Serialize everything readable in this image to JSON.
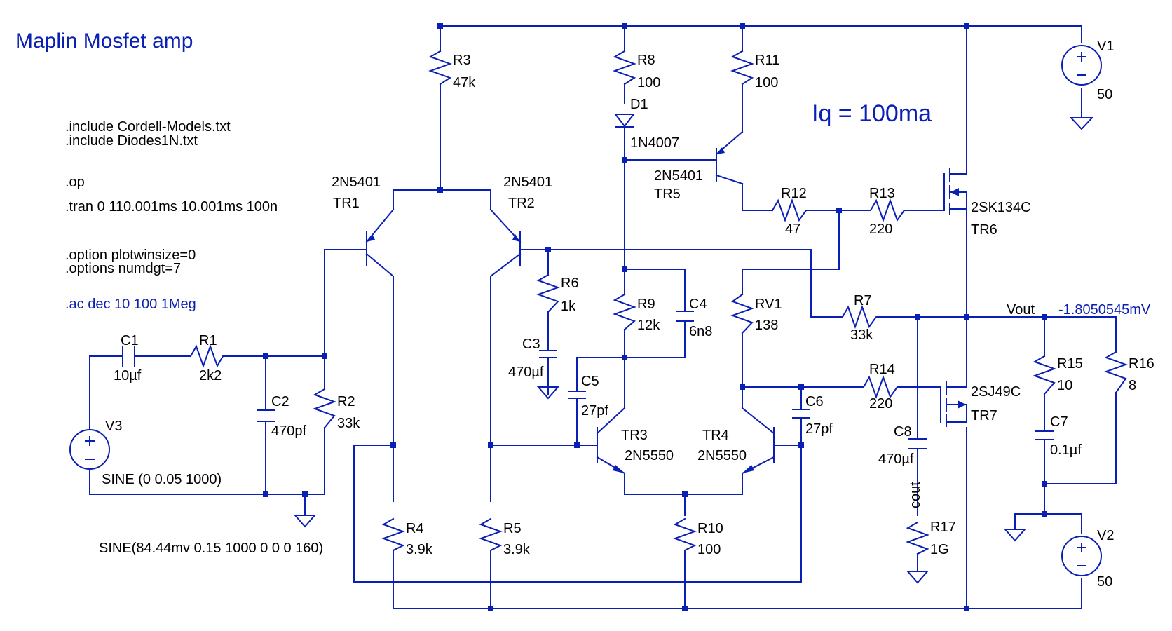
{
  "title": "Maplin Mosfet amp",
  "iq_label": "Iq = 100ma",
  "directives": {
    "include1": ".include Cordell-Models.txt",
    "include2": ".include Diodes1N.txt",
    "op": ".op",
    "tran": ".tran 0 110.001ms 10.001ms 100n",
    "plotwin": ".option plotwinsize=0",
    "numdgt": ".options numdgt=7",
    "ac": ".ac dec 10 100 1Meg"
  },
  "probe": {
    "net": "Vout",
    "value": "-1.8050545mV"
  },
  "components": {
    "R1": {
      "ref": "R1",
      "value": "2k2"
    },
    "R2": {
      "ref": "R2",
      "value": "33k"
    },
    "R3": {
      "ref": "R3",
      "value": "47k"
    },
    "R4": {
      "ref": "R4",
      "value": "3.9k"
    },
    "R5": {
      "ref": "R5",
      "value": "3.9k"
    },
    "R6": {
      "ref": "R6",
      "value": "1k"
    },
    "R7": {
      "ref": "R7",
      "value": "33k"
    },
    "R8": {
      "ref": "R8",
      "value": "100"
    },
    "R9": {
      "ref": "R9",
      "value": "12k"
    },
    "R10": {
      "ref": "R10",
      "value": "100"
    },
    "R11": {
      "ref": "R11",
      "value": "100"
    },
    "R12": {
      "ref": "R12",
      "value": "47"
    },
    "R13": {
      "ref": "R13",
      "value": "220"
    },
    "R14": {
      "ref": "R14",
      "value": "220"
    },
    "R15": {
      "ref": "R15",
      "value": "10"
    },
    "R16": {
      "ref": "R16",
      "value": "8"
    },
    "R17": {
      "ref": "R17",
      "value": "1G"
    },
    "RV1": {
      "ref": "RV1",
      "value": "138"
    },
    "C1": {
      "ref": "C1",
      "value": "10µf"
    },
    "C2": {
      "ref": "C2",
      "value": "470pf"
    },
    "C3": {
      "ref": "C3",
      "value": "470µf"
    },
    "C4": {
      "ref": "C4",
      "value": "6n8"
    },
    "C5": {
      "ref": "C5",
      "value": "27pf"
    },
    "C6": {
      "ref": "C6",
      "value": "27pf"
    },
    "C7": {
      "ref": "C7",
      "value": "0.1µf"
    },
    "C8": {
      "ref": "C8",
      "value": "470µf"
    },
    "D1": {
      "ref": "D1",
      "value": "1N4007"
    },
    "TR1": {
      "ref": "TR1",
      "model": "2N5401"
    },
    "TR2": {
      "ref": "TR2",
      "model": "2N5401"
    },
    "TR3": {
      "ref": "TR3",
      "model": "2N5550"
    },
    "TR4": {
      "ref": "TR4",
      "model": "2N5550"
    },
    "TR5": {
      "ref": "TR5",
      "model": "2N5401"
    },
    "TR6": {
      "ref": "TR6",
      "model": "2SK134C"
    },
    "TR7": {
      "ref": "TR7",
      "model": "2SJ49C"
    },
    "V1": {
      "ref": "V1",
      "value": "50"
    },
    "V2": {
      "ref": "V2",
      "value": "50"
    },
    "V3": {
      "ref": "V3",
      "value": "SINE (0 0.05 1000)"
    }
  },
  "net_labels": {
    "cout": "cout"
  },
  "sine2": "SINE(84.44mv 0.15 1000 0 0 0 160)",
  "colors": {
    "wire": "#0a1fb4",
    "text": "#000000"
  }
}
